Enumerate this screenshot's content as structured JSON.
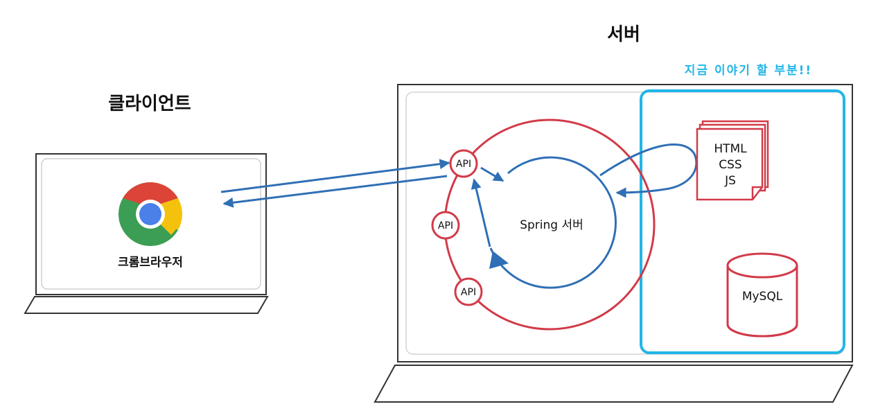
{
  "headings": {
    "server": "서버",
    "client": "클라이언트"
  },
  "highlight_label": "지금 이야기 할 부분!!",
  "client": {
    "browser_label": "크롬브라우저",
    "browser_icon": "chrome-icon"
  },
  "server": {
    "spring_label": "Spring 서버",
    "api_labels": [
      "API",
      "API",
      "API"
    ],
    "static_files": [
      "HTML",
      "CSS",
      "JS"
    ],
    "database_label": "MySQL"
  },
  "colors": {
    "outline": "#333333",
    "red": "#d23a48",
    "blue": "#2f6fb5",
    "highlight": "#21b6e8",
    "chrome_red": "#db4437",
    "chrome_green": "#3c9d54",
    "chrome_yellow": "#f4c20d",
    "chrome_blue": "#4a80e8"
  }
}
